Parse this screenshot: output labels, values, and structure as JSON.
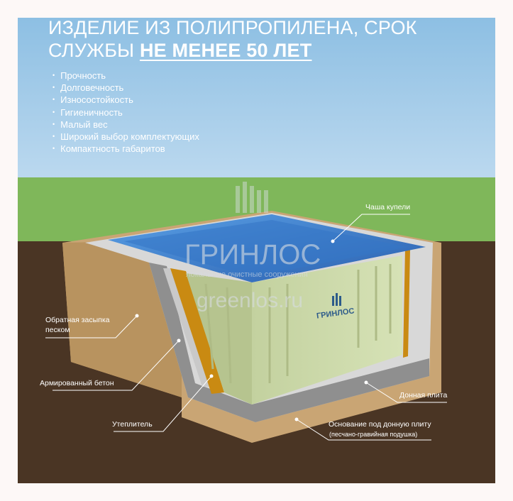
{
  "header": {
    "title_line1": "ИЗДЕЛИЕ ИЗ ПОЛИПРОПИЛЕНА, СРОК",
    "title_line2_prefix": "СЛУЖБЫ ",
    "title_line2_emphasis": "НЕ МЕНЕЕ 50 ЛЕТ"
  },
  "features": [
    "Прочность",
    "Долговечность",
    "Износостойкость",
    "Гигиеничность",
    "Малый вес",
    "Широкий выбор комплектующих",
    "Компактность габаритов"
  ],
  "labels": {
    "bowl": "Чаша купели",
    "backfill_line1": "Обратная засыпка",
    "backfill_line2": "песком",
    "concrete": "Армированный бетон",
    "insulation": "Утеплитель",
    "bottom_slab": "Донная плита",
    "base_line1": "Основание под донную плиту",
    "base_line2": "(песчано-гравийная подушка)"
  },
  "watermark": {
    "brand": "ГРИНЛОС",
    "tagline": "локальные очистные сооружения",
    "site": "greenlos.ru"
  },
  "tank_logo": "ГРИНЛОС",
  "colors": {
    "sky_top": "#8dbfe3",
    "sky_bottom": "#b9d7ef",
    "grass": "#7fb75a",
    "soil": "#4a3524",
    "sand": "#c9a574",
    "bowl_blue": "#3f86d6",
    "tank_green": "#cfdcad",
    "insulation": "#c98a12"
  }
}
